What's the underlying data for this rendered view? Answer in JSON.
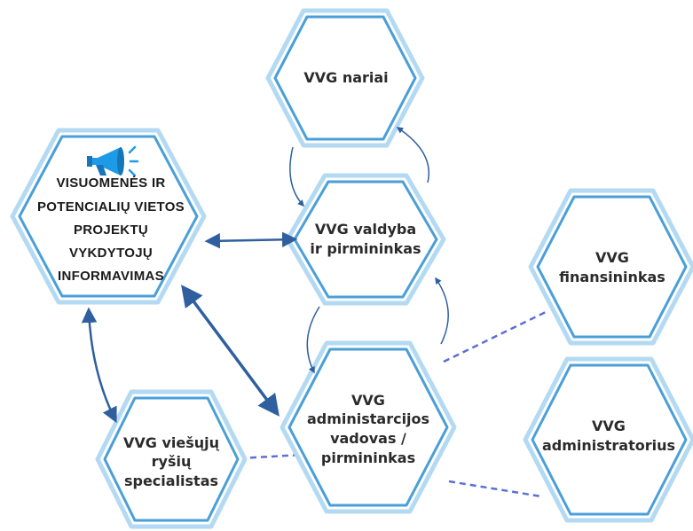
{
  "nodes": {
    "informing": "VISUOMENĖS IR\nPOTENCIALIŲ VIETOS\nPROJEKTŲ VYKDYTOJŲ\nINFORMAVIMAS",
    "members": "VVG nariai",
    "board": "VVG valdyba\nir pirmininkas",
    "financier": "VVG\nfinansininkas",
    "head": "VVG\nadministarcijos\nvadovas /\npirmininkas",
    "pr": "VVG viešųjų\nryšių\nspecialistas",
    "admin": "VVG\nadministratorius"
  },
  "icons": {
    "informing": "megaphone-icon"
  },
  "colors": {
    "hex_outer": "#b3daf2",
    "hex_inner": "#4a9fd8",
    "arrow": "#2f5f9e",
    "dashed_link": "#5b6fd6",
    "megaphone": "#1e9be6"
  }
}
